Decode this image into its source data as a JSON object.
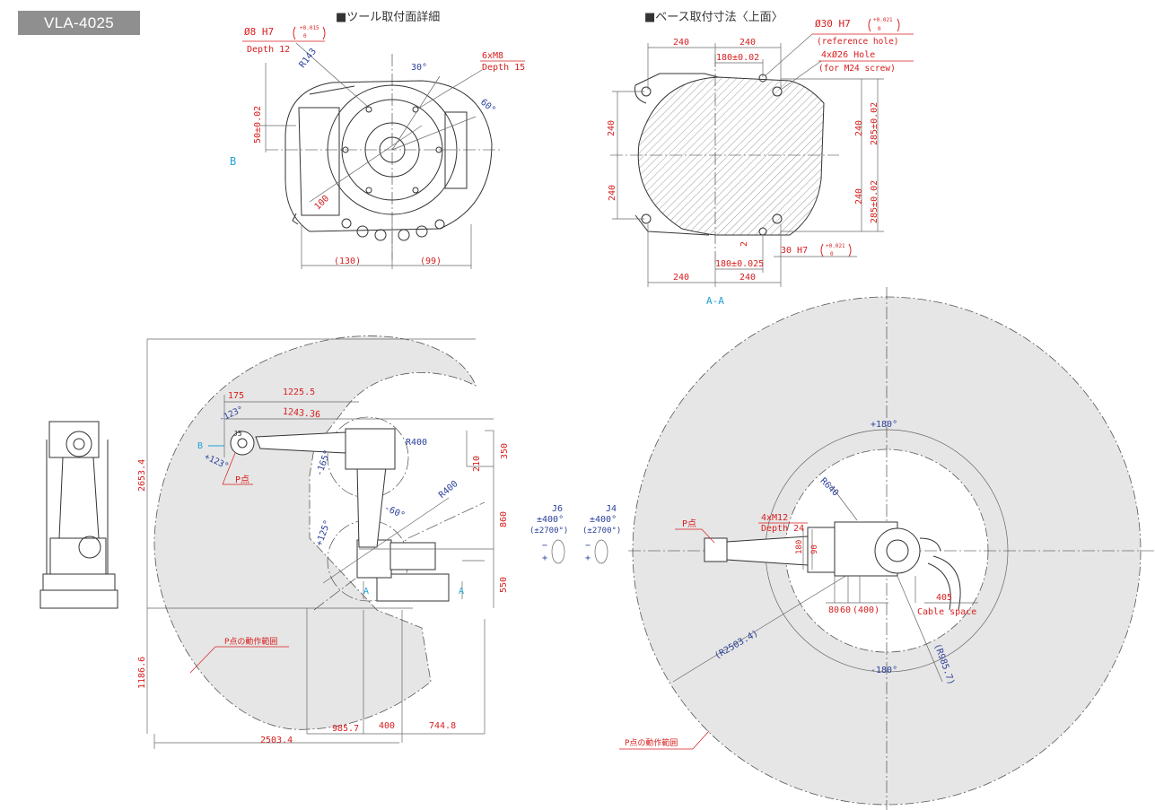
{
  "model_badge": "VLA-4025",
  "sections": {
    "tool_flange": "■ツール取付面詳細",
    "base_mount": "■ベース取付寸法〈上面〉"
  },
  "tool_flange": {
    "hole_dia": "Ø8 H7",
    "hole_tol_upper": "+0.015",
    "hole_tol_lower": "0",
    "hole_depth": "Depth 12",
    "radius": "R143",
    "thread_count": "6xM8",
    "thread_depth": "Depth 15",
    "angle_30": "30°",
    "angle_60": "60°",
    "offset_50": "50±0.02",
    "dim_100": "100",
    "dim_130": "(130)",
    "dim_99": "(99)",
    "view_b": "B"
  },
  "base_mount": {
    "ref_hole_dia": "Ø30 H7",
    "ref_hole_tol_upper": "+0.021",
    "ref_hole_tol_lower": "0",
    "ref_hole_note": "(reference hole)",
    "bolt_holes": "4xØ26 Hole",
    "bolt_note": "(for M24 screw)",
    "dim_240_a": "240",
    "dim_240_b": "240",
    "dim_180_top": "180±0.02",
    "dim_240_l1": "240",
    "dim_240_l2": "240",
    "dim_240_r1": "240",
    "dim_240_r2": "240",
    "dim_285_top": "285±0.02",
    "dim_285_bot": "285±0.02",
    "dim_2": "2",
    "slot": "30 H7",
    "slot_tol_upper": "+0.021",
    "slot_tol_lower": "0",
    "dim_180_bot": "180±0.025",
    "dim_240_c": "240",
    "dim_240_d": "240",
    "section": "A-A"
  },
  "side_view": {
    "dim_175": "175",
    "dim_1225": "1225.5",
    "dim_1243": "1243.36",
    "ang_123_neg": "-123°",
    "ang_123_pos": "+123°",
    "joint_j5": "J5",
    "view_b": "B",
    "p_point": "P点",
    "ang_165": "-165°",
    "r400_a": "R400",
    "r400_b": "R400",
    "ang_60": "-60°",
    "ang_125": "+125°",
    "dim_350": "350",
    "dim_210": "210",
    "dim_860": "860",
    "dim_550": "550",
    "dim_2653": "2653.4",
    "dim_1186": "1186.6",
    "dim_985": "985.7",
    "dim_400": "400",
    "dim_744": "744.8",
    "dim_2503": "2503.4",
    "section_a1": "A",
    "section_a2": "A",
    "range_label": "P点の動作範囲"
  },
  "joints": {
    "j6_name": "J6",
    "j6_range": "±400°",
    "j6_range_alt": "(±2700°)",
    "j4_name": "J4",
    "j4_range": "±400°",
    "j4_range_alt": "(±2700°)",
    "minus": "−",
    "plus": "+"
  },
  "top_view": {
    "ang_180_pos": "+180°",
    "ang_180_neg": "-180°",
    "r640": "R640",
    "tapped": "4xM12",
    "tapped_depth": "Depth 24",
    "p_point": "P点",
    "dim_180": "180",
    "dim_90": "90",
    "dim_80": "80",
    "dim_60": "60",
    "dim_400": "(400)",
    "dim_405": "405",
    "cable": "Cable space",
    "r2503": "(R2503.4)",
    "r985": "(R985.7)",
    "range_label": "P点の動作範囲"
  },
  "colors": {
    "dimension_red": "#d81e1e",
    "dimension_blue": "#2a3f9a",
    "view_cyan": "#1fa3d6",
    "envelope_gray": "#e6e6e6",
    "badge_gray": "#8f8f8f"
  }
}
